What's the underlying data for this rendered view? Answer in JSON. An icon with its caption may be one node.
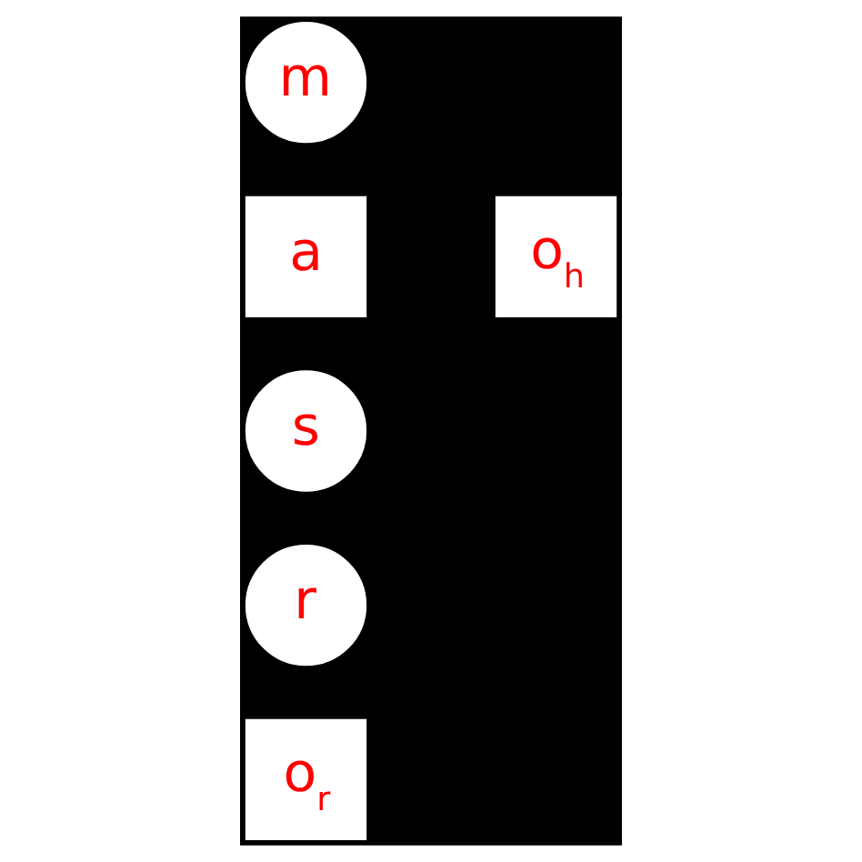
{
  "diagram": {
    "nodes": [
      {
        "text": [
          "m"
        ]
      },
      {
        "text": [
          "a"
        ]
      },
      {
        "text": [
          "o$_{h}$"
        ]
      },
      {
        "text": [
          "s"
        ]
      },
      {
        "text": [
          "r"
        ]
      },
      {
        "text": [
          "o$_{r}$"
        ]
      }
    ]
  }
}
